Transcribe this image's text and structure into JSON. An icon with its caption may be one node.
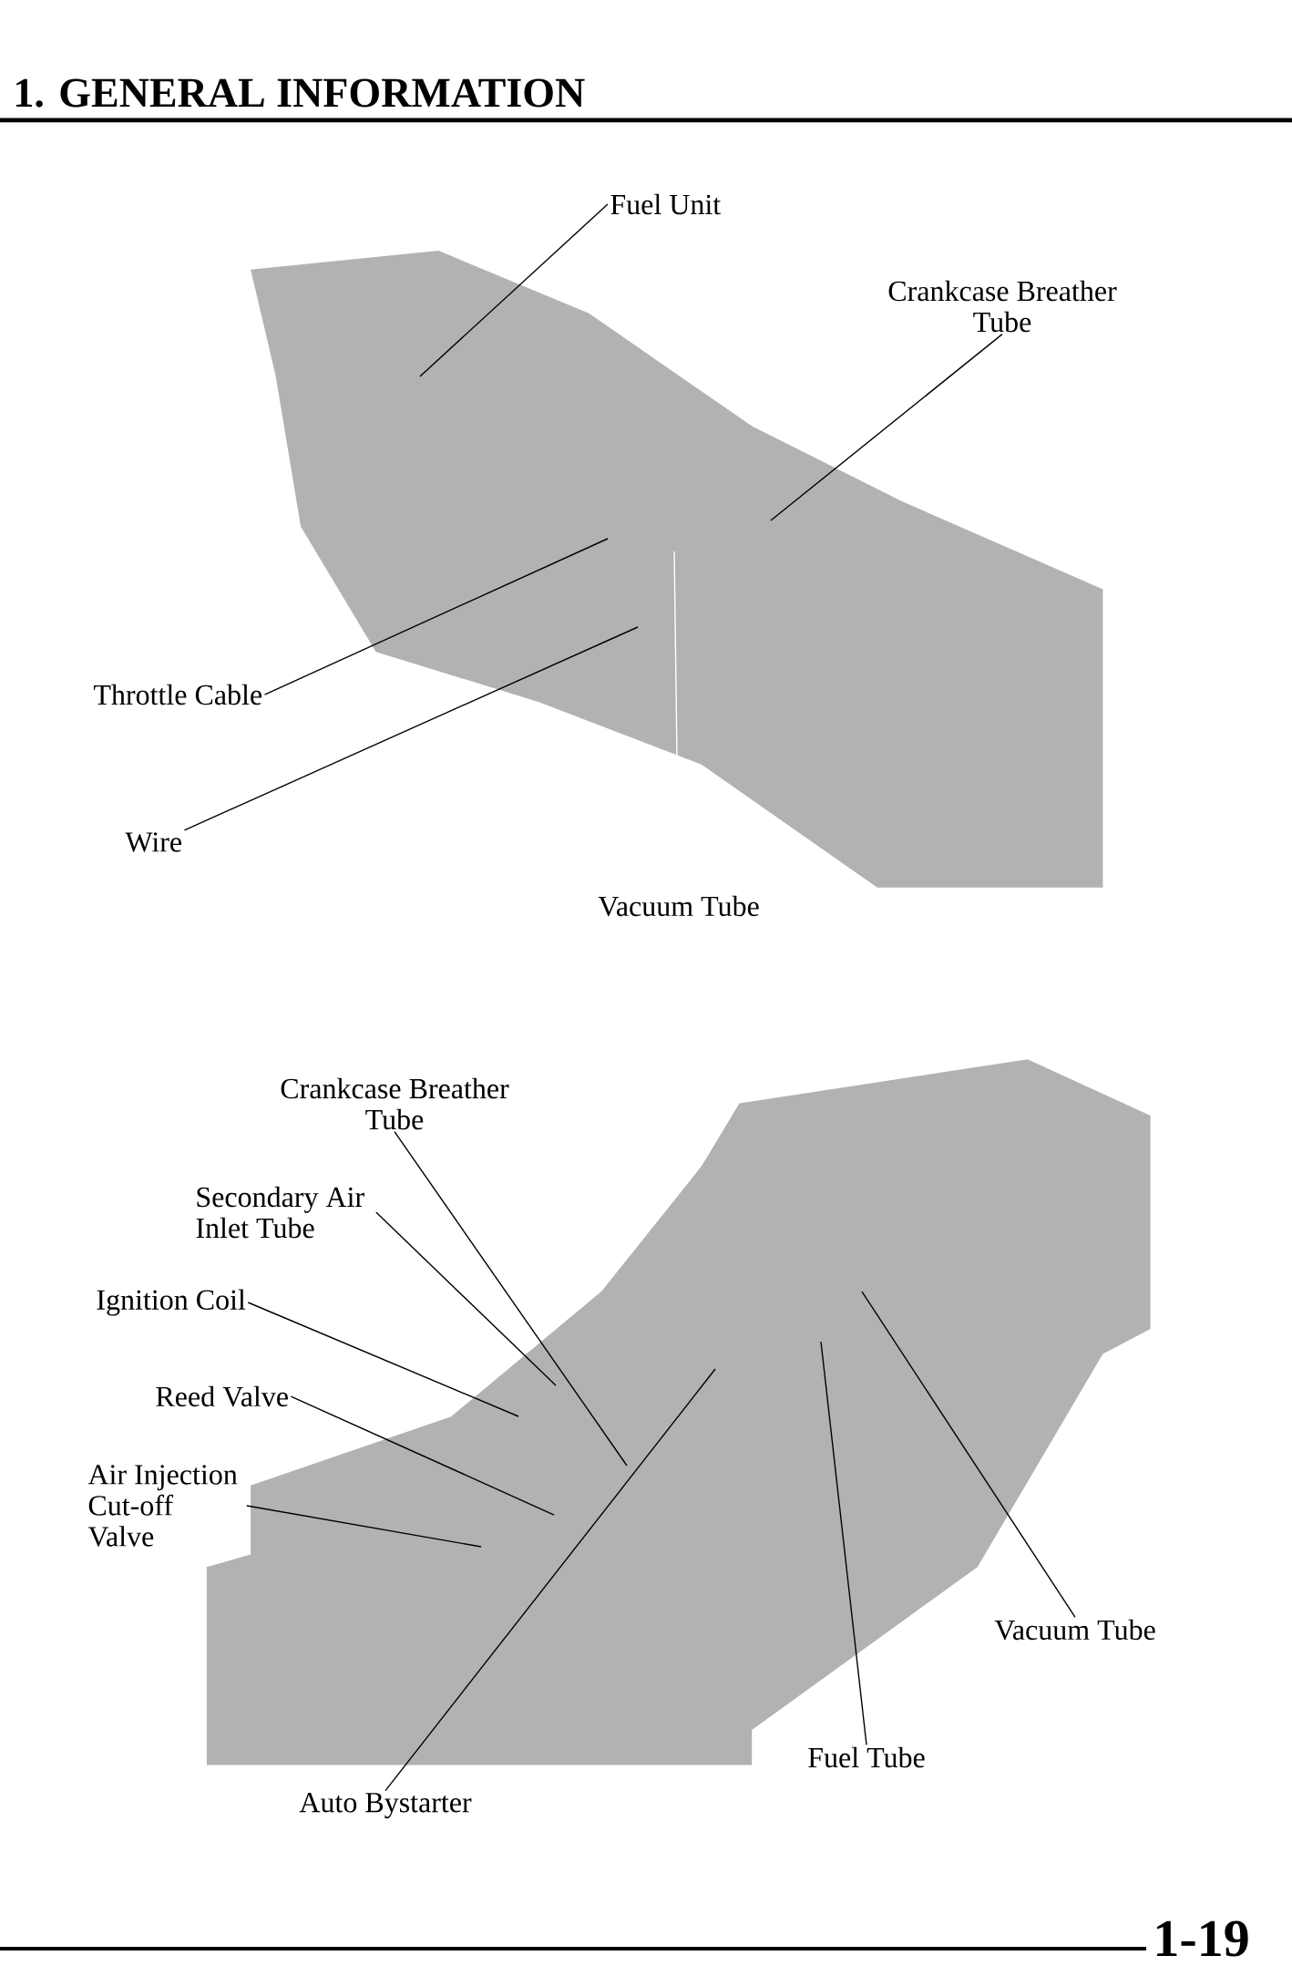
{
  "diagram": {
    "title": "1. GENERAL INFORMATION",
    "nodes": [
      {
        "text": [
          "Fuel Unit"
        ]
      },
      {
        "text": [
          "Crankcase Breather Tube"
        ]
      },
      {
        "text": [
          "Throttle Cable"
        ]
      },
      {
        "text": [
          "Wire"
        ]
      },
      {
        "text": [
          "Vacuum Tube"
        ]
      },
      {
        "text": [
          "Crankcase Breather Tube"
        ]
      },
      {
        "text": [
          "Secondary Air Inlet Tube"
        ]
      },
      {
        "text": [
          "Ignition Coil"
        ]
      },
      {
        "text": [
          "Reed Valve"
        ]
      },
      {
        "text": [
          "Air Injection Cut-off Valve"
        ]
      },
      {
        "text": [
          "Auto Bystarter"
        ]
      },
      {
        "text": [
          "Vacuum Tube"
        ]
      },
      {
        "text": [
          "Fuel Tube"
        ]
      }
    ],
    "edges": [
      {
        "from": 0,
        "to": null,
        "arrow": "none"
      },
      {
        "from": 1,
        "to": null,
        "arrow": "none"
      },
      {
        "from": 2,
        "to": null,
        "arrow": "none"
      },
      {
        "from": 3,
        "to": null,
        "arrow": "none"
      },
      {
        "from": 4,
        "to": null,
        "arrow": "none",
        "color": "#ffffff"
      },
      {
        "from": 5,
        "to": null,
        "arrow": "none"
      },
      {
        "from": 6,
        "to": null,
        "arrow": "none"
      },
      {
        "from": 7,
        "to": null,
        "arrow": "none"
      },
      {
        "from": 8,
        "to": null,
        "arrow": "none"
      },
      {
        "from": 9,
        "to": null,
        "arrow": "none"
      },
      {
        "from": 10,
        "to": null,
        "arrow": "none"
      },
      {
        "from": 11,
        "to": null,
        "arrow": "none"
      },
      {
        "from": 12,
        "to": null,
        "arrow": "none"
      }
    ],
    "labels": [
      "1-19"
    ]
  }
}
